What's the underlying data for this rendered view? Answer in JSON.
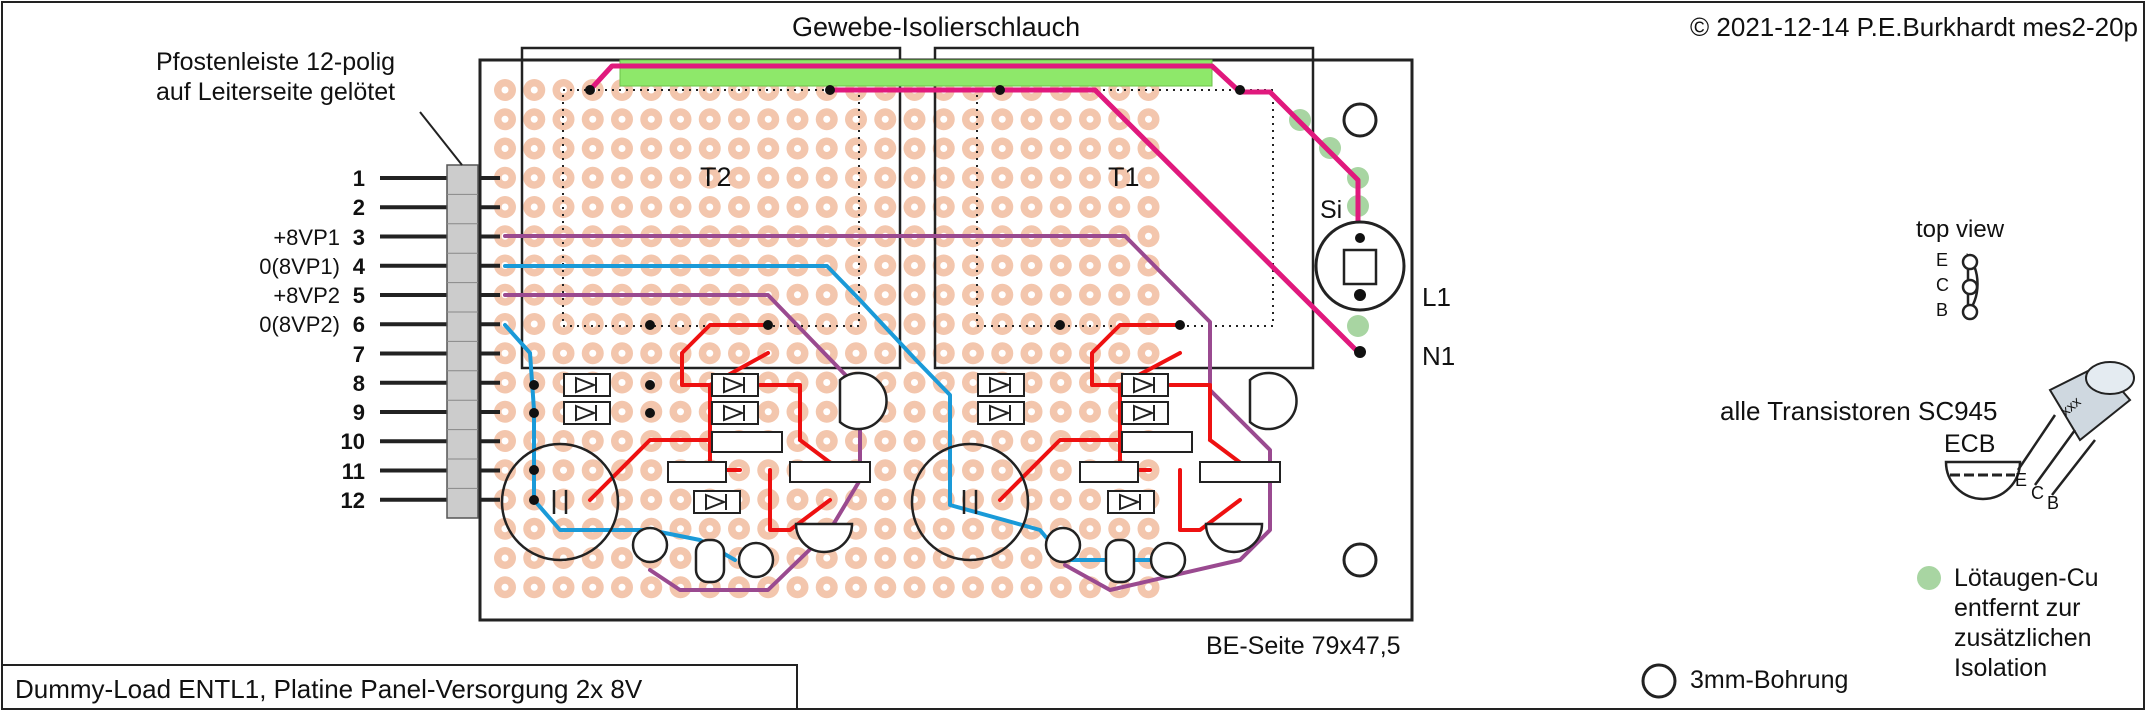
{
  "header": {
    "copyright": "© 2021-12-14 P.E.Burkhardt mes2-20p",
    "sleeve_label": "Gewebe-Isolierschlauch"
  },
  "connector": {
    "label_line1": "Pfostenleiste 12-polig",
    "label_line2": "auf Leiterseite gelötet",
    "pins": [
      {
        "num": "1",
        "signal": ""
      },
      {
        "num": "2",
        "signal": ""
      },
      {
        "num": "3",
        "signal": "+8VP1"
      },
      {
        "num": "4",
        "signal": "0(8VP1)"
      },
      {
        "num": "5",
        "signal": "+8VP2"
      },
      {
        "num": "6",
        "signal": "0(8VP2)"
      },
      {
        "num": "7",
        "signal": ""
      },
      {
        "num": "8",
        "signal": ""
      },
      {
        "num": "9",
        "signal": ""
      },
      {
        "num": "10",
        "signal": ""
      },
      {
        "num": "11",
        "signal": ""
      },
      {
        "num": "12",
        "signal": ""
      }
    ]
  },
  "board": {
    "transistor_left": "T2",
    "transistor_right": "T1",
    "fuse": "Si",
    "line": "L1",
    "neutral": "N1",
    "side_label": "BE-Seite 79x47,5"
  },
  "legend": {
    "top_view": "top view",
    "pin_e": "E",
    "pin_c": "C",
    "pin_b": "B",
    "transistor_note": "alle Transistoren SC945",
    "ecb": "ECB",
    "package_marking": "xxx",
    "pad_removed_line1": "Lötaugen-Cu",
    "pad_removed_line2": "entfernt zur",
    "pad_removed_line3": "zusätzlichen",
    "pad_removed_line4": "Isolation",
    "hole": "3mm-Bohrung"
  },
  "title": "Dummy-Load ENTL1, Platine Panel-Versorgung 2x 8V",
  "colors": {
    "pad": "#f3c6ad",
    "pad_hole": "#ffffff",
    "removed_pad": "#a8d5a2",
    "sleeve": "#8ee86a",
    "wire_red": "#ee1111",
    "wire_blue": "#1a9ad8",
    "wire_magenta": "#e0197d",
    "wire_purple": "#9a4a90",
    "outline": "#222222"
  }
}
